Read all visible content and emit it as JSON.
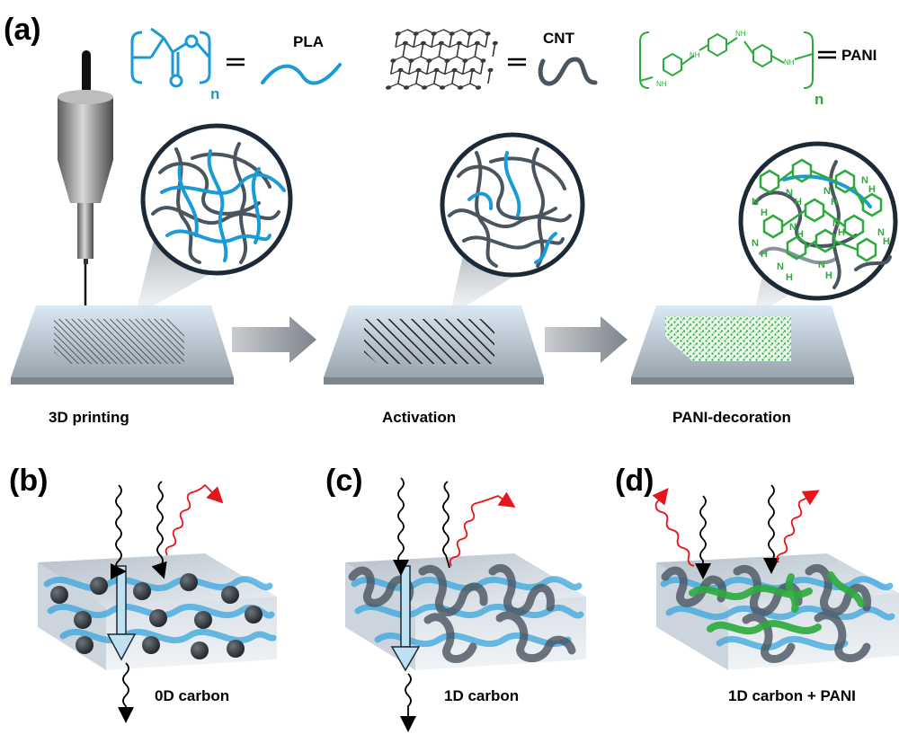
{
  "panels": {
    "a": {
      "letter": "(a)",
      "legend": {
        "pla": {
          "label": "PLA",
          "n": "n"
        },
        "cnt": {
          "label": "CNT"
        },
        "pani": {
          "label": "PANI",
          "n": "n",
          "nh_labels": [
            "NH",
            "NH",
            "NH",
            "NH"
          ]
        }
      },
      "steps": [
        {
          "caption": "3D printing"
        },
        {
          "caption": "Activation"
        },
        {
          "caption": "PANI-decoration"
        }
      ],
      "pani_zoom_atoms": [
        "N",
        "H",
        "N",
        "H",
        "N",
        "H",
        "N",
        "H",
        "N",
        "H",
        "N",
        "H",
        "N",
        "H",
        "N",
        "H",
        "N",
        "H",
        "N",
        "H"
      ]
    },
    "b": {
      "letter": "(b)",
      "caption": "0D carbon"
    },
    "c": {
      "letter": "(c)",
      "caption": "1D carbon"
    },
    "d": {
      "letter": "(d)",
      "caption": "1D carbon + PANI"
    }
  },
  "colors": {
    "pla": "#1a9ad6",
    "cnt": "#4a5560",
    "pani": "#2cab3c",
    "incident_wave": "#000000",
    "reflected_wave": "#e8141b",
    "slab": "#c7d3de",
    "arrow": "#8a9199"
  }
}
